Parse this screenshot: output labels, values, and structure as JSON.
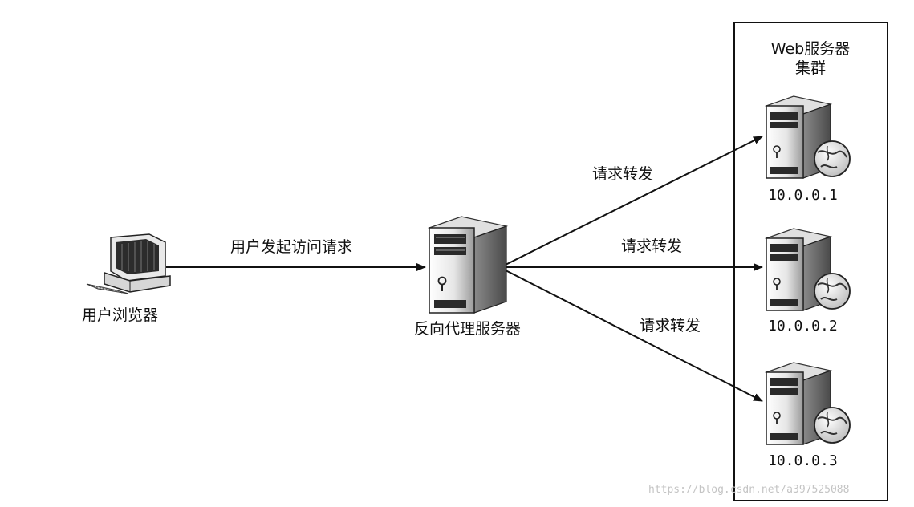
{
  "nodes": {
    "browser": {
      "label": "用户浏览器",
      "icon": "desktop-computer-icon"
    },
    "proxy": {
      "label": "反向代理服务器",
      "icon": "server-tower-icon"
    },
    "cluster": {
      "title_line1": "Web服务器",
      "title_line2": "集群",
      "servers": [
        {
          "ip": "10.0.0.1",
          "icon": "web-server-icon"
        },
        {
          "ip": "10.0.0.2",
          "icon": "web-server-icon"
        },
        {
          "ip": "10.0.0.3",
          "icon": "web-server-icon"
        }
      ]
    }
  },
  "edges": {
    "request": "用户发起访问请求",
    "forward_1": "请求转发",
    "forward_2": "请求转发",
    "forward_3": "请求转发"
  },
  "watermark": "https://blog.csdn.net/a397525088",
  "colors": {
    "stroke": "#111111",
    "server_dark": "#2a2a2a",
    "server_light": "#f3f3f3",
    "globe": "#3a3a3a"
  }
}
